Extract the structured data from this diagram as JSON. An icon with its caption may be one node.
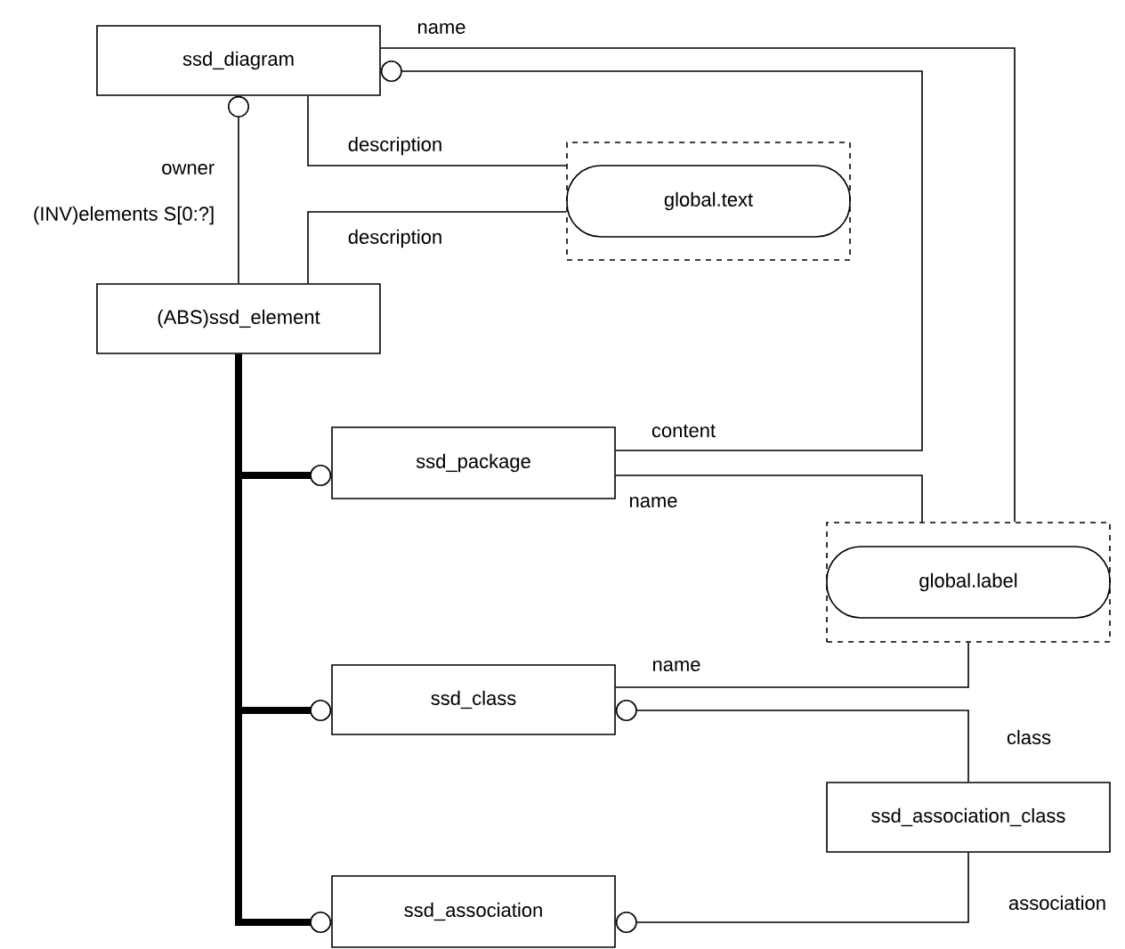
{
  "diagram": {
    "nodes": [
      {
        "text": [
          "ssd_diagram"
        ]
      },
      {
        "text": [
          "(ABS)ssd_element"
        ]
      },
      {
        "text": [
          "global.text"
        ]
      },
      {
        "text": [
          "ssd_package"
        ]
      },
      {
        "text": [
          "global.label"
        ]
      },
      {
        "text": [
          "ssd_class"
        ]
      },
      {
        "text": [
          "ssd_association_class"
        ]
      },
      {
        "text": [
          "ssd_association"
        ]
      }
    ],
    "edges": [
      {
        "from": 0,
        "to": 4,
        "arrow": "none",
        "label": "name"
      },
      {
        "from": 3,
        "to": 0,
        "arrow": "other",
        "label": "content"
      },
      {
        "from": 0,
        "to": 2,
        "arrow": "none",
        "label": "description"
      },
      {
        "from": 1,
        "to": 0,
        "arrow": "other",
        "label": "owner"
      },
      {
        "from": 1,
        "to": 2,
        "arrow": "none",
        "label": "description"
      },
      {
        "from": 3,
        "to": 4,
        "arrow": "none",
        "label": "name"
      },
      {
        "from": 5,
        "to": 4,
        "arrow": "none",
        "label": "name"
      },
      {
        "from": 6,
        "to": 5,
        "arrow": "other",
        "label": "class"
      },
      {
        "from": 6,
        "to": 7,
        "arrow": "other",
        "label": "association"
      },
      {
        "from": 1,
        "to": 3,
        "arrow": "other",
        "style": "thick"
      },
      {
        "from": 1,
        "to": 5,
        "arrow": "other",
        "style": "thick"
      },
      {
        "from": 1,
        "to": 7,
        "arrow": "other",
        "style": "thick"
      }
    ],
    "labels": [
      "(INV)elements S[0:?]"
    ]
  }
}
